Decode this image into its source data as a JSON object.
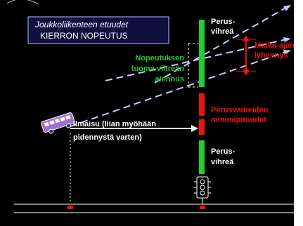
{
  "title": {
    "line1": "Joukkoliikenteen etuudet",
    "line2": "KIERRON NOPEUTUS"
  },
  "labels": {
    "perusvihrea_top_1": "Perus-",
    "perusvihrea_top_2": "vihreä",
    "matka_1": "Matka-ajan",
    "matka_2": "lyhennys",
    "nopeutus_1": "Nopeutuksen",
    "nopeutus_2": "tuoma vihreän",
    "nopeutus_3": "aiennus",
    "minimi_1": "Perusvaiheiden",
    "minimi_2": "minimipituudet",
    "ilmaisu_1": "Ilmaisu (liian myöhään",
    "ilmaisu_2": "pidennystä varten)",
    "perusvihrea_bot_1": "Perus-",
    "perusvihrea_bot_2": "vihreä"
  },
  "colors": {
    "background": "#000000",
    "green": "#22cc33",
    "red": "#ee1111",
    "white": "#ffffff",
    "arrow": "#c8c8ff",
    "bus": "#a070d0",
    "detector": "#ee1111"
  },
  "icons": {
    "bus": "bus-icon",
    "traffic_light": "traffic-light-icon"
  }
}
